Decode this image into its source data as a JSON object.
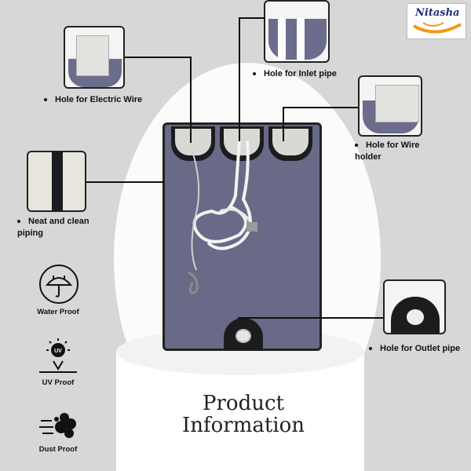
{
  "brand": {
    "logo_text": "Nitasha"
  },
  "callouts": {
    "electric_wire": "Hole for Electric Wire",
    "inlet_pipe": "Hole for Inlet pipe",
    "wire_holder": "Hole for Wire holder",
    "piping": "Neat and clean piping",
    "outlet_pipe": "Hole for Outlet pipe"
  },
  "features": [
    {
      "label": "Water Proof",
      "icon": "umbrella-icon"
    },
    {
      "label": "UV Proof",
      "icon": "uv-sun-icon"
    },
    {
      "label": "Dust Proof",
      "icon": "dust-cloud-icon"
    }
  ],
  "uv_badge": "UV",
  "title": {
    "line1": "Product",
    "line2": "Information"
  },
  "colors": {
    "cover": "#696a87",
    "background": "#d7d7d7",
    "piping": "#1c1c1f",
    "logo_text": "#1f2f7a",
    "logo_accent": "#f29a1a"
  }
}
